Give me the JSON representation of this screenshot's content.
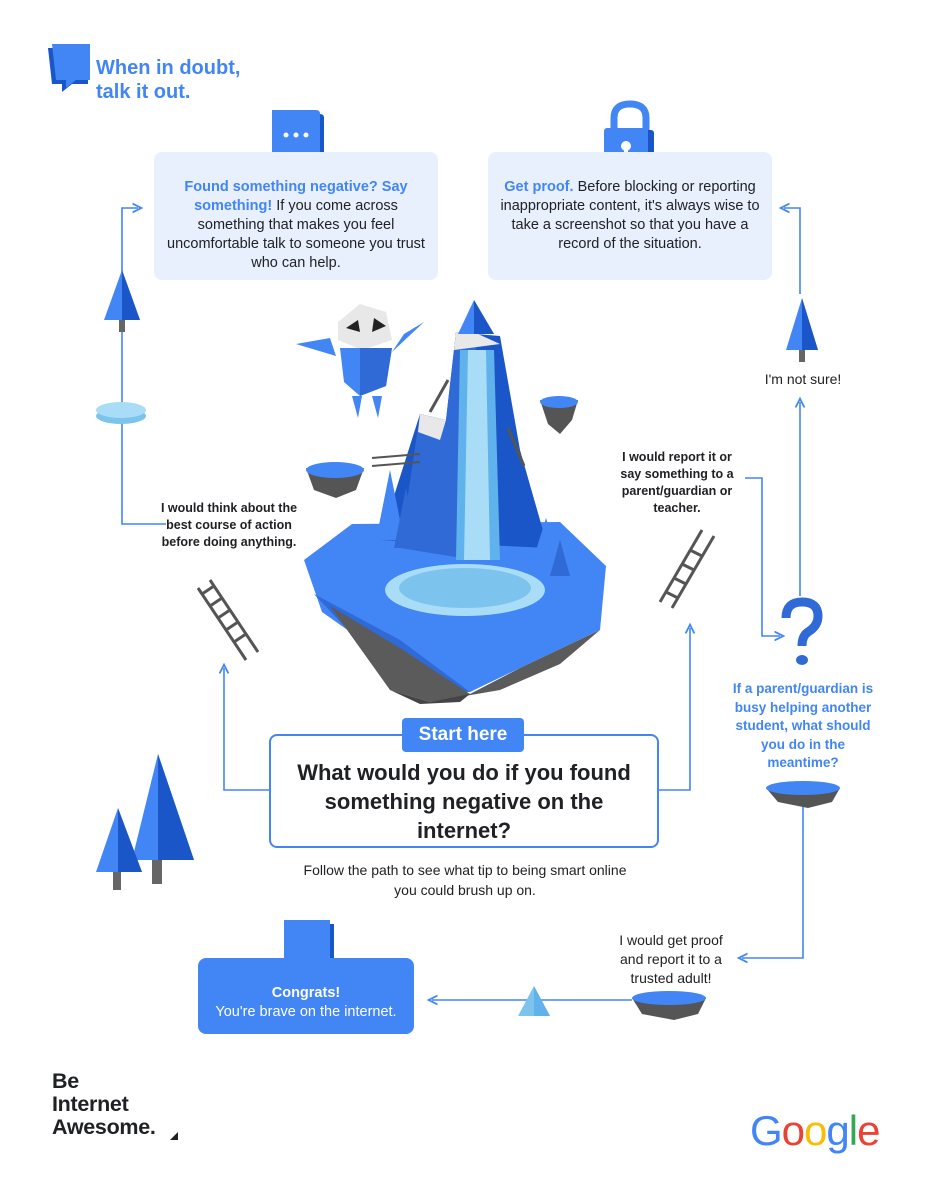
{
  "header": {
    "line1": "When in doubt,",
    "line2": "talk it out."
  },
  "tips": {
    "negative": {
      "lead": "Found something negative? Say something!",
      "body": "If you come across something that makes you feel uncomfortable talk to someone you trust who can help."
    },
    "proof": {
      "lead": "Get proof.",
      "body": "Before blocking or reporting inappropriate content, it's always wise to take a screenshot so that you have a record of the situation."
    }
  },
  "start": {
    "badge": "Start here",
    "question": "What would you do if you found something negative on the internet?",
    "instruction": "Follow the path to see what tip to being smart online you could brush up on."
  },
  "options": {
    "think": "I would think about the best course of action before doing anything.",
    "report": "I would report it or say something to a parent/guardian or teacher.",
    "not_sure": "I'm not sure!",
    "get_proof": "I would get proof and report it to a trusted adult!"
  },
  "followup_question": "If a parent/guardian is busy helping another student, what should you do in the meantime?",
  "congrats": {
    "title": "Congrats!",
    "body": "You're brave on the internet."
  },
  "brand": {
    "line1": "Be",
    "line2": "Internet",
    "line3": "Awesome."
  },
  "google": {
    "letters": [
      "G",
      "o",
      "o",
      "g",
      "l",
      "e"
    ],
    "colors": [
      "#4285f4",
      "#ea4335",
      "#fbbc05",
      "#4285f4",
      "#34a853",
      "#ea4335"
    ]
  },
  "colors": {
    "accent": "#4285f4",
    "card": "#e8f0fe",
    "ink": "#202124"
  }
}
